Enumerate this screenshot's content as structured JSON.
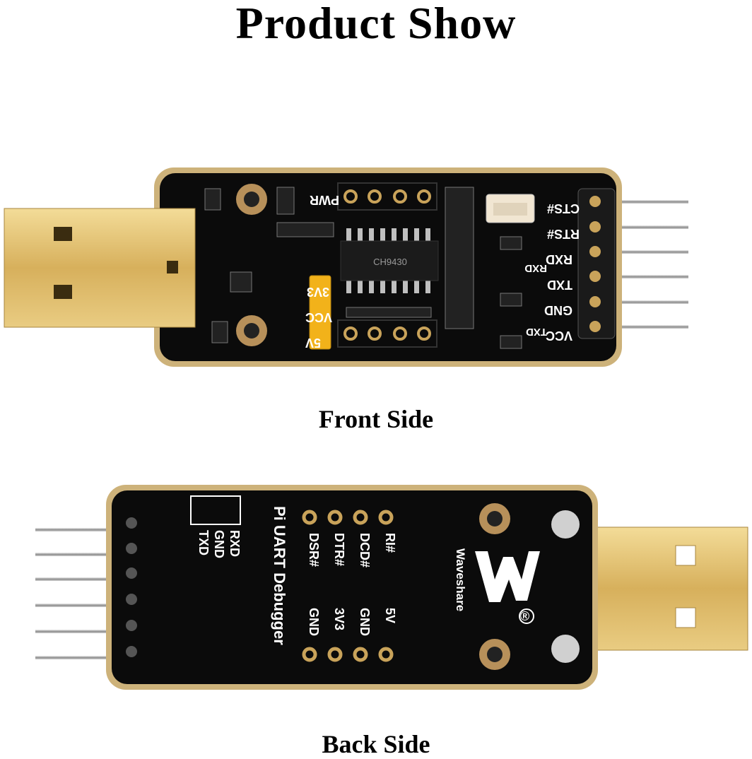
{
  "page": {
    "title": "Product Show",
    "front_caption": "Front Side",
    "back_caption": "Back Side"
  },
  "front_board": {
    "silkscreen_header": [
      "CTS#",
      "RTS#",
      "RXD",
      "TXD",
      "GND",
      "VCC"
    ],
    "jumper_labels": {
      "top": "3V3",
      "middle": "VCC",
      "bottom": "5V"
    },
    "power_label": "PWR",
    "led_labels": [
      "RXD",
      "TXD"
    ],
    "chip_marking": "CH9430"
  },
  "back_board": {
    "header_labels": [
      "RXD",
      "GND",
      "TXD"
    ],
    "product_name": "Pi UART Debugger",
    "brand": "Waveshare",
    "pad_labels_top": [
      "RI#",
      "DCD#",
      "DTR#",
      "DSR#"
    ],
    "pad_labels_bottom": [
      "5V",
      "GND",
      "3V3",
      "GND"
    ],
    "registered_mark": "®"
  },
  "colors": {
    "pcb": "#0b0b0b",
    "gold": "#d9b46a",
    "edge": "#c9a86a",
    "jumper": "#f2b21a"
  }
}
